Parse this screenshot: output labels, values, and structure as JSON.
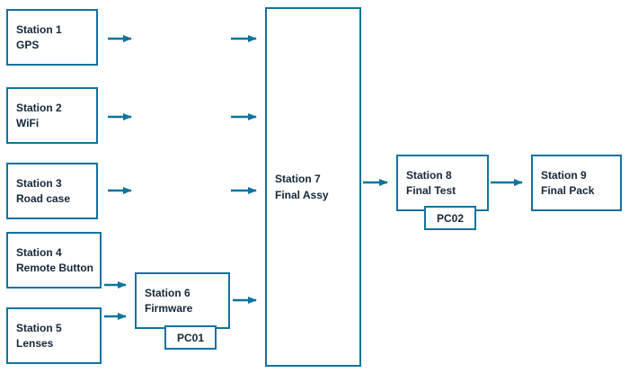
{
  "colors": {
    "border": "#10739e",
    "text": "#15273a",
    "background": "#ffffff"
  },
  "nodes": [
    {
      "id": "station-1",
      "title": "Station 1",
      "subtitle": "GPS"
    },
    {
      "id": "station-2",
      "title": "Station 2",
      "subtitle": "WiFi"
    },
    {
      "id": "station-3",
      "title": "Station 3",
      "subtitle": "Road case"
    },
    {
      "id": "station-4",
      "title": "Station 4",
      "subtitle": "Remote Button"
    },
    {
      "id": "station-5",
      "title": "Station 5",
      "subtitle": "Lenses"
    },
    {
      "id": "station-6",
      "title": "Station 6",
      "subtitle": "Firmware"
    },
    {
      "id": "station-7",
      "title": "Station 7",
      "subtitle": "Final Assy"
    },
    {
      "id": "station-8",
      "title": "Station 8",
      "subtitle": "Final Test"
    },
    {
      "id": "station-9",
      "title": "Station 9",
      "subtitle": "Final Pack"
    }
  ],
  "tags": {
    "pc01": "PC01",
    "pc02": "PC02"
  },
  "edges": [
    {
      "from": "station-1",
      "to": "station-7"
    },
    {
      "from": "station-2",
      "to": "station-7"
    },
    {
      "from": "station-3",
      "to": "station-7"
    },
    {
      "from": "station-4",
      "to": "station-6"
    },
    {
      "from": "station-5",
      "to": "station-6"
    },
    {
      "from": "station-6",
      "to": "station-7"
    },
    {
      "from": "station-7",
      "to": "station-8"
    },
    {
      "from": "station-8",
      "to": "station-9"
    }
  ]
}
